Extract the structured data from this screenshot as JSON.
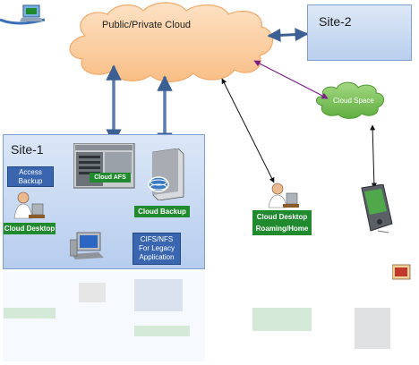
{
  "clouds": {
    "public": "Public/Private Cloud",
    "space": "Cloud Space"
  },
  "sites": {
    "site1": "Site-1",
    "site2": "Site-2"
  },
  "labels": {
    "access_backup": "Access\nBackup",
    "cloud_afs": "Cloud AFS",
    "cloud_backup": "Cloud Backup",
    "cloud_desktop": "Cloud Desktop",
    "cifs_nfs": "CIFS/NFS\nFor Legacy\nApplication",
    "cloud_desktop_roaming": "Cloud Desktop\nRoaming/Home"
  },
  "colors": {
    "cloud_orange": "#fdd0a0",
    "cloud_green": "#86c766",
    "site_blue": "#c6d8f2",
    "label_green": "#1f8a2e",
    "label_blue": "#3a66b0",
    "arrow_purple": "#7a1f8a"
  }
}
